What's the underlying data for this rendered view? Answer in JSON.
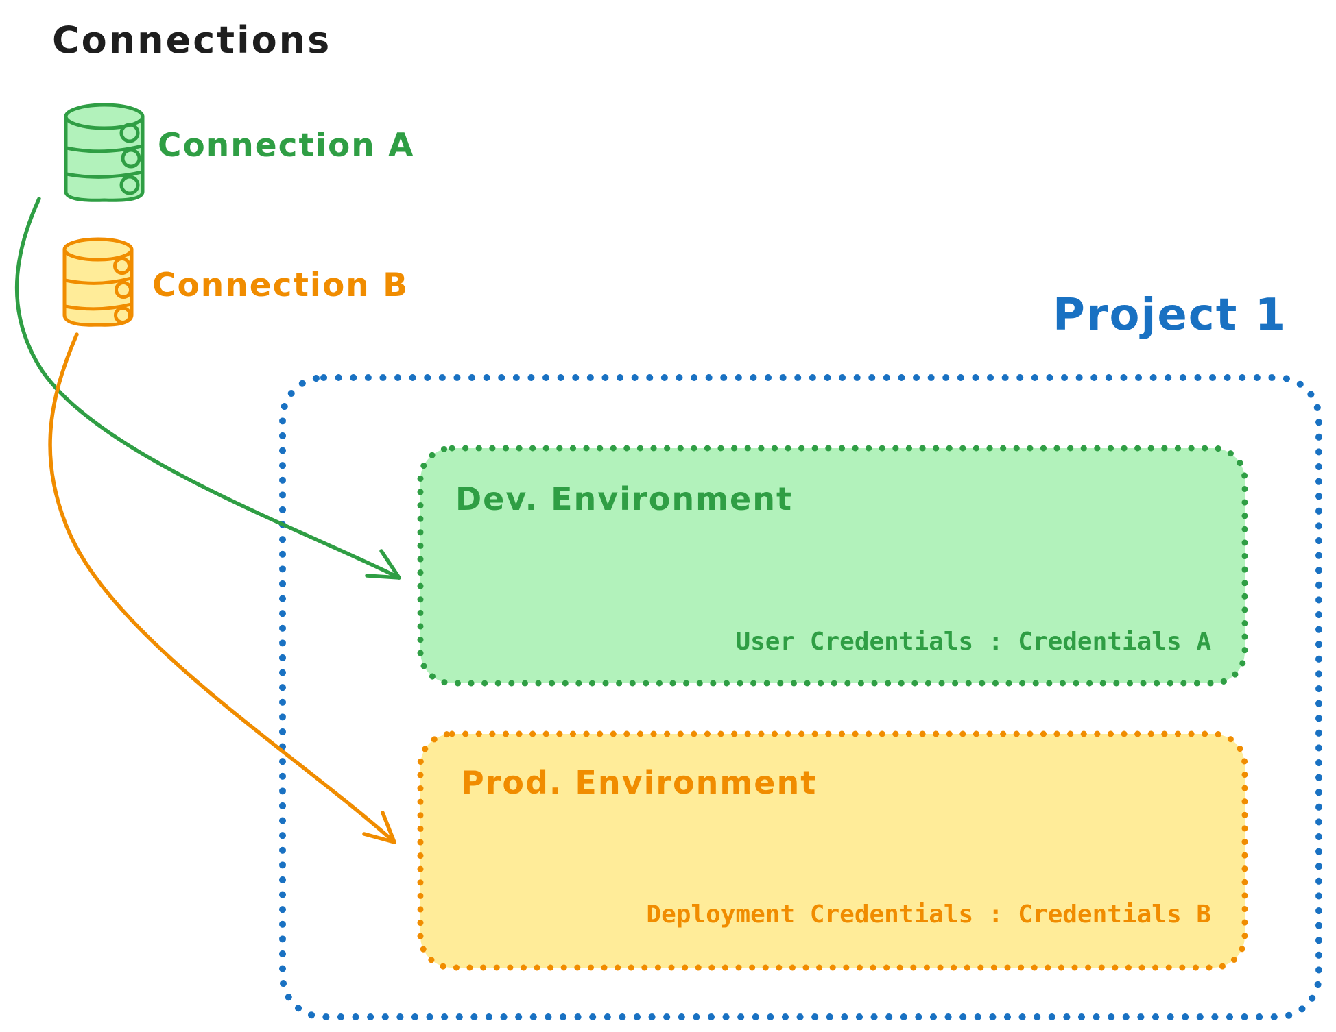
{
  "diagram": {
    "title": "Connections",
    "connections": [
      {
        "id": "connection-a",
        "label": "Connection A",
        "stroke_color": "#2f9e44",
        "fill_color": "#b2f2bb"
      },
      {
        "id": "connection-b",
        "label": "Connection B",
        "stroke_color": "#f08c00",
        "fill_color": "#ffec99"
      }
    ],
    "project": {
      "title": "Project 1",
      "border_color": "#1971c2",
      "environments": [
        {
          "name": "Dev. Environment",
          "credentials_label": "User Credentials : Credentials A",
          "stroke_color": "#2f9e44",
          "fill_color": "#b2f2bb",
          "source_connection": "Connection A"
        },
        {
          "name": "Prod. Environment",
          "credentials_label": "Deployment Credentials : Credentials B",
          "stroke_color": "#f08c00",
          "fill_color": "#ffec99",
          "source_connection": "Connection B"
        }
      ]
    },
    "colors": {
      "title_text": "#1e1e1e",
      "green": "#2f9e44",
      "green_fill": "#b2f2bb",
      "orange": "#f08c00",
      "orange_fill": "#ffec99",
      "blue": "#1971c2",
      "background": "#ffffff"
    }
  }
}
